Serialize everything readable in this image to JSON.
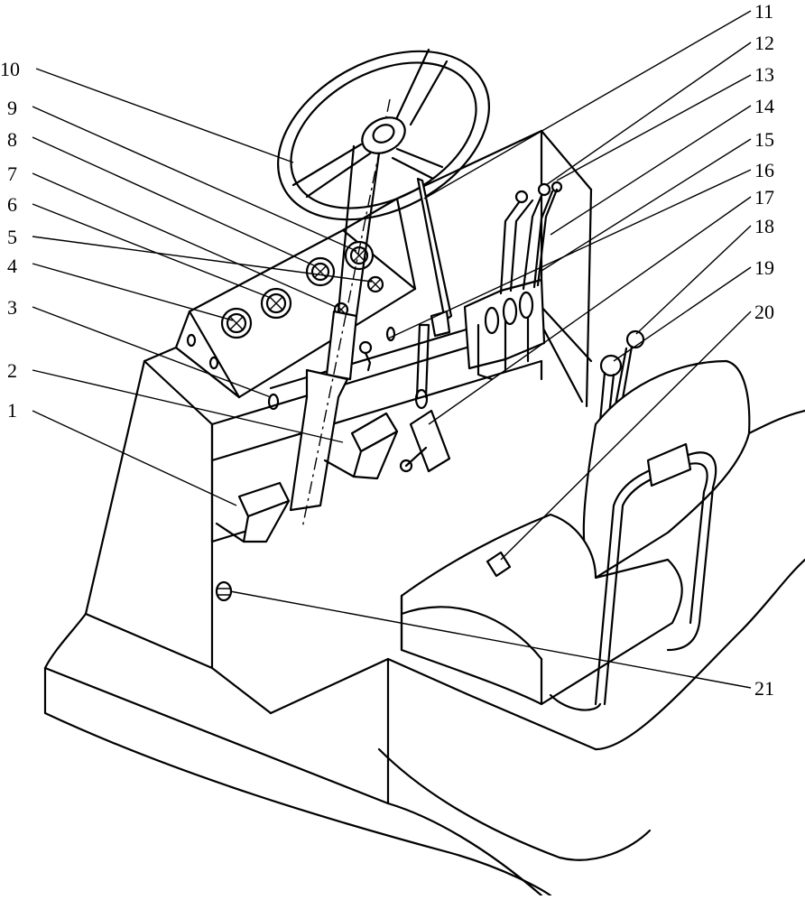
{
  "labels": {
    "l1": "1",
    "l2": "2",
    "l3": "3",
    "l4": "4",
    "l5": "5",
    "l6": "6",
    "l7": "7",
    "l8": "8",
    "l9": "9",
    "l10": "10",
    "l11": "11",
    "l12": "12",
    "l13": "13",
    "l14": "14",
    "l15": "15",
    "l16": "16",
    "l17": "17",
    "l18": "18",
    "l19": "19",
    "l20": "20",
    "l21": "21"
  },
  "style": {
    "line_color": "#000000",
    "background": "#ffffff"
  }
}
